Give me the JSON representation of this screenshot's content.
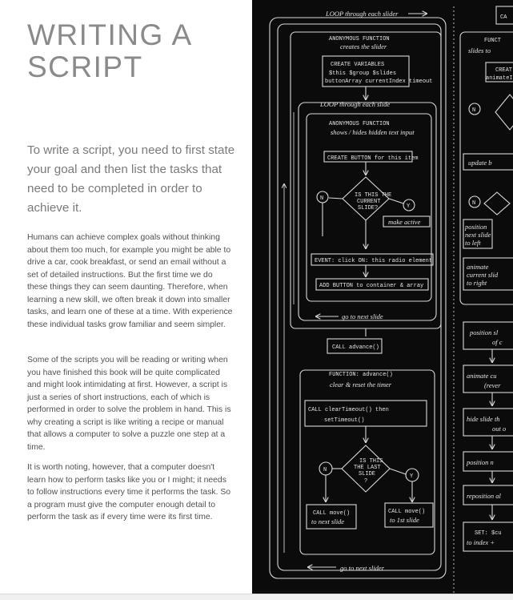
{
  "heading": {
    "line1": "WRITING A",
    "line2": "SCRIPT"
  },
  "intro": "To write a script, you need to first state your goal and then list the tasks that need to be completed in order to achieve it.",
  "paragraphs": [
    "Humans can achieve complex goals without thinking about them too much, for example you might be able to drive a car, cook breakfast, or send an email without a set of detailed instructions. But the first time we do these things they can seem daunting. Therefore, when learning a new skill, we often break it down into smaller tasks, and learn one of these at a time. With experience these individual tasks grow familiar and seem simpler.",
    "Some of the scripts you will be reading or writing when you have finished this book will be quite complicated and might look intimidating at first. However, a script is just a series of short instructions, each of which is performed in order to solve the problem in hand. This is why creating a script is like writing a recipe or manual that allows a computer to solve a puzzle one step at a time.",
    "It is worth noting, however, that a computer doesn't learn how to perform tasks like you or I might; it needs to follow instructions every time it performs the task. So a program must give the computer enough detail to perform the task as if every time were its first time."
  ],
  "flowchart": {
    "loop_outer": "LOOP through each slider",
    "anon_fn_1": "ANONYMOUS FUNCTION",
    "anon_fn_1_sub": "creates the slider",
    "create_vars": "CREATE VARIABLES",
    "vars_1": "$this   $group   $slides",
    "vars_2": "buttonArray  currentIndex  timeout",
    "loop_slides": "LOOP through each slide",
    "anon_fn_2": "ANONYMOUS FUNCTION",
    "anon_fn_2_sub": "shows / hides hidden text input",
    "create_button": "CREATE BUTTON for this item",
    "decision_1": [
      "IS THIS THE",
      "CURRENT",
      "SLIDE?"
    ],
    "no": "N",
    "yes": "Y",
    "make_active": "make active",
    "event": "EVENT: click ON: this radio element",
    "add_button": "ADD BUTTON to container & array",
    "go_next_slide": "go to next slide",
    "call_advance": "CALL advance()",
    "fn_advance": "FUNCTION: advance()",
    "fn_advance_sub": "clear & reset the timer",
    "call_cleartimeout_1": "CALL clearTimeout() then",
    "call_cleartimeout_2": "setTimeout()",
    "decision_2": [
      "IS THIS",
      "THE LAST",
      "SLIDE",
      "?"
    ],
    "call_move_next_1": "CALL move()",
    "call_move_next_2": "to next slide",
    "call_move_first_1": "CALL move()",
    "call_move_first_2": "to 1st slide",
    "go_next_slider": "go to next slider",
    "right_fn": "FUNCT",
    "right_fn_sub": "slides to",
    "right_tab": "CA",
    "right_create": "CREAT",
    "right_animate_small": "animateI",
    "right_update": "update b",
    "right_position": "position",
    "right_next_slide": "next slide",
    "right_to_left": "to left",
    "right_animate": "animate",
    "right_current": "current slid",
    "right_to_right": "to right",
    "right_position2": "position sl",
    "right_position2b": "of c",
    "right_animate2": "animate cu",
    "right_animate2b": "(rever",
    "right_hide": "hide slide th",
    "right_hideb": "out o",
    "right_position3": "position n",
    "right_reposition": "reposition al",
    "right_set": "SET: $cu",
    "right_setb": "to index +"
  }
}
